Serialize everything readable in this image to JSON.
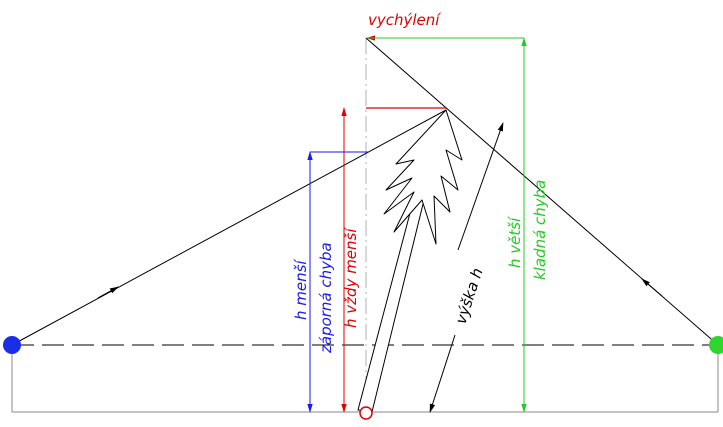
{
  "labels": {
    "vychyleni": "vychýlení",
    "h_mensi": "h menší",
    "zaporna_chyba": "záporná chyba",
    "h_vzdy_mensi": "h vždy menší",
    "vyska_h": "výška h",
    "h_vetsi": "h větší",
    "kladna_chyba": "kladná chyba"
  },
  "colors": {
    "line": "#000000",
    "red": "#e00000",
    "green": "#22cc22",
    "blue": "#1a1aee",
    "gray": "#8a8a8a",
    "observer_left": "#1a2ee8",
    "observer_right": "#2ed62e",
    "tree_base": "#e00000"
  }
}
